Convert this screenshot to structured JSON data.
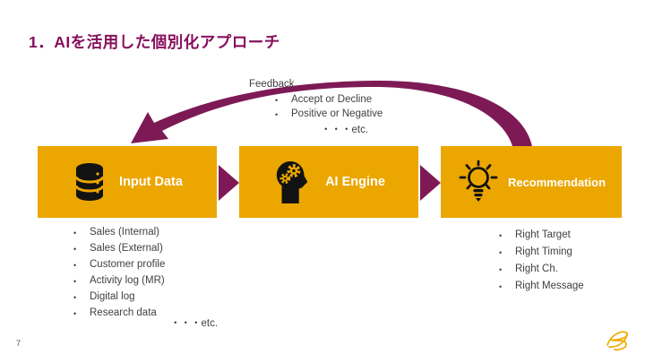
{
  "slide": {
    "title": "1．AIを活用した個別化アプローチ",
    "page_number": "7"
  },
  "feedback": {
    "label": "Feedback",
    "items": [
      "Accept or Decline",
      "Positive or Negative"
    ],
    "etc_label": "・・・etc."
  },
  "pipeline": {
    "boxes": [
      {
        "label": "Input Data",
        "icon": "database-icon"
      },
      {
        "label": "AI Engine",
        "icon": "ai-head-gears-icon"
      },
      {
        "label": "Recommendation",
        "icon": "lightbulb-icon"
      }
    ]
  },
  "input_data_list": {
    "items": [
      "Sales (Internal)",
      "Sales (External)",
      "Customer profile",
      "Activity log (MR)",
      "Digital log",
      "Research data"
    ],
    "etc_label": "・・・etc."
  },
  "recommendation_list": {
    "items": [
      "Right Target",
      "Right Timing",
      "Right Ch.",
      "Right Message"
    ]
  },
  "colors": {
    "box_gold": "#EBA600",
    "arrow_mulberry": "#7D1A56",
    "title_mulberry": "#87105C",
    "text_dark": "#3F3F3F",
    "logo_gold": "#F0AB00",
    "page_number_gray": "#595959"
  }
}
